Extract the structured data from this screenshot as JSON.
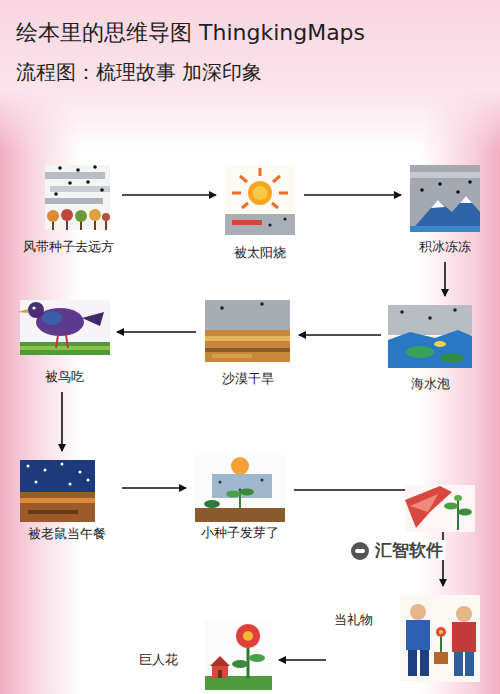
{
  "diagram": {
    "title": "绘本里的思维导图 ThingkingMaps",
    "nodes": [
      {
        "text": [
          "风带种子去远方"
        ]
      },
      {
        "text": [
          "被太阳烧"
        ]
      },
      {
        "text": [
          "积冰冻冻"
        ]
      },
      {
        "text": [
          "海水泡"
        ]
      },
      {
        "text": [
          "沙漠干旱"
        ]
      },
      {
        "text": [
          "被鸟吃"
        ]
      },
      {
        "text": [
          "被老鼠当午餐"
        ]
      },
      {
        "text": [
          "小种子发芽了"
        ]
      },
      {
        "text": [
          "当礼物"
        ]
      },
      {
        "text": [
          "巨人花"
        ]
      }
    ],
    "edges": [
      {
        "from": 0,
        "to": 1,
        "arrow": "to"
      },
      {
        "from": 1,
        "to": 2,
        "arrow": "to"
      },
      {
        "from": 2,
        "to": 3,
        "arrow": "to"
      },
      {
        "from": 3,
        "to": 4,
        "arrow": "to"
      },
      {
        "from": 4,
        "to": 5,
        "arrow": "to"
      },
      {
        "from": 5,
        "to": 6,
        "arrow": "to"
      },
      {
        "from": 6,
        "to": 7,
        "arrow": "to"
      },
      {
        "from": 7,
        "to": 8,
        "arrow": "to"
      },
      {
        "from": 8,
        "to": 9,
        "arrow": "to"
      }
    ],
    "labels": [
      "流程图：梳理故事 加深印象",
      "汇智软件"
    ]
  }
}
